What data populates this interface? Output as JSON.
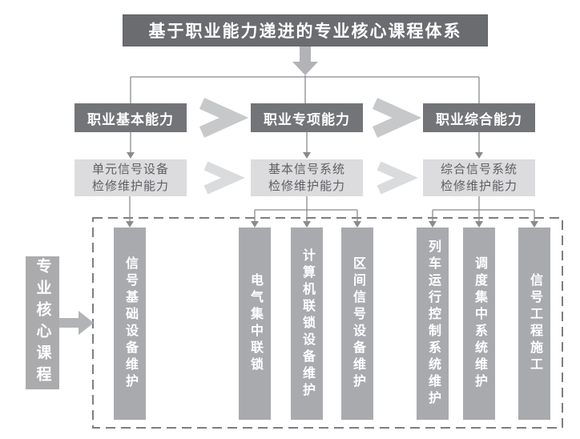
{
  "title": "基于职业能力递进的专业核心课程体系",
  "abilities": [
    {
      "label": "职业基本能力",
      "skill_line1": "单元信号设备",
      "skill_line2": "检修维护能力"
    },
    {
      "label": "职业专项能力",
      "skill_line1": "基本信号系统",
      "skill_line2": "检修维护能力"
    },
    {
      "label": "职业综合能力",
      "skill_line1": "综合信号系统",
      "skill_line2": "检修维护能力"
    }
  ],
  "side_label": "专业核心课程",
  "courses": [
    "信号基础设备维护",
    "电气集中联锁",
    "计算机联锁设备维护",
    "区间信号设备维护",
    "列车运行控制系统维护",
    "调度集中系统维护",
    "信号工程施工"
  ],
  "colors": {
    "dark_box": "#6b6c6f",
    "ability_box": "#737477",
    "skill_box": "#dcdcde",
    "course_bar": "#a9aaad",
    "chevron": "#c7c8ca",
    "chevron_light": "#dadbdd",
    "connector_line": "#8a8b8e",
    "block_arrow": "#b2b3b6",
    "dashed_border": "#7d7e81"
  }
}
